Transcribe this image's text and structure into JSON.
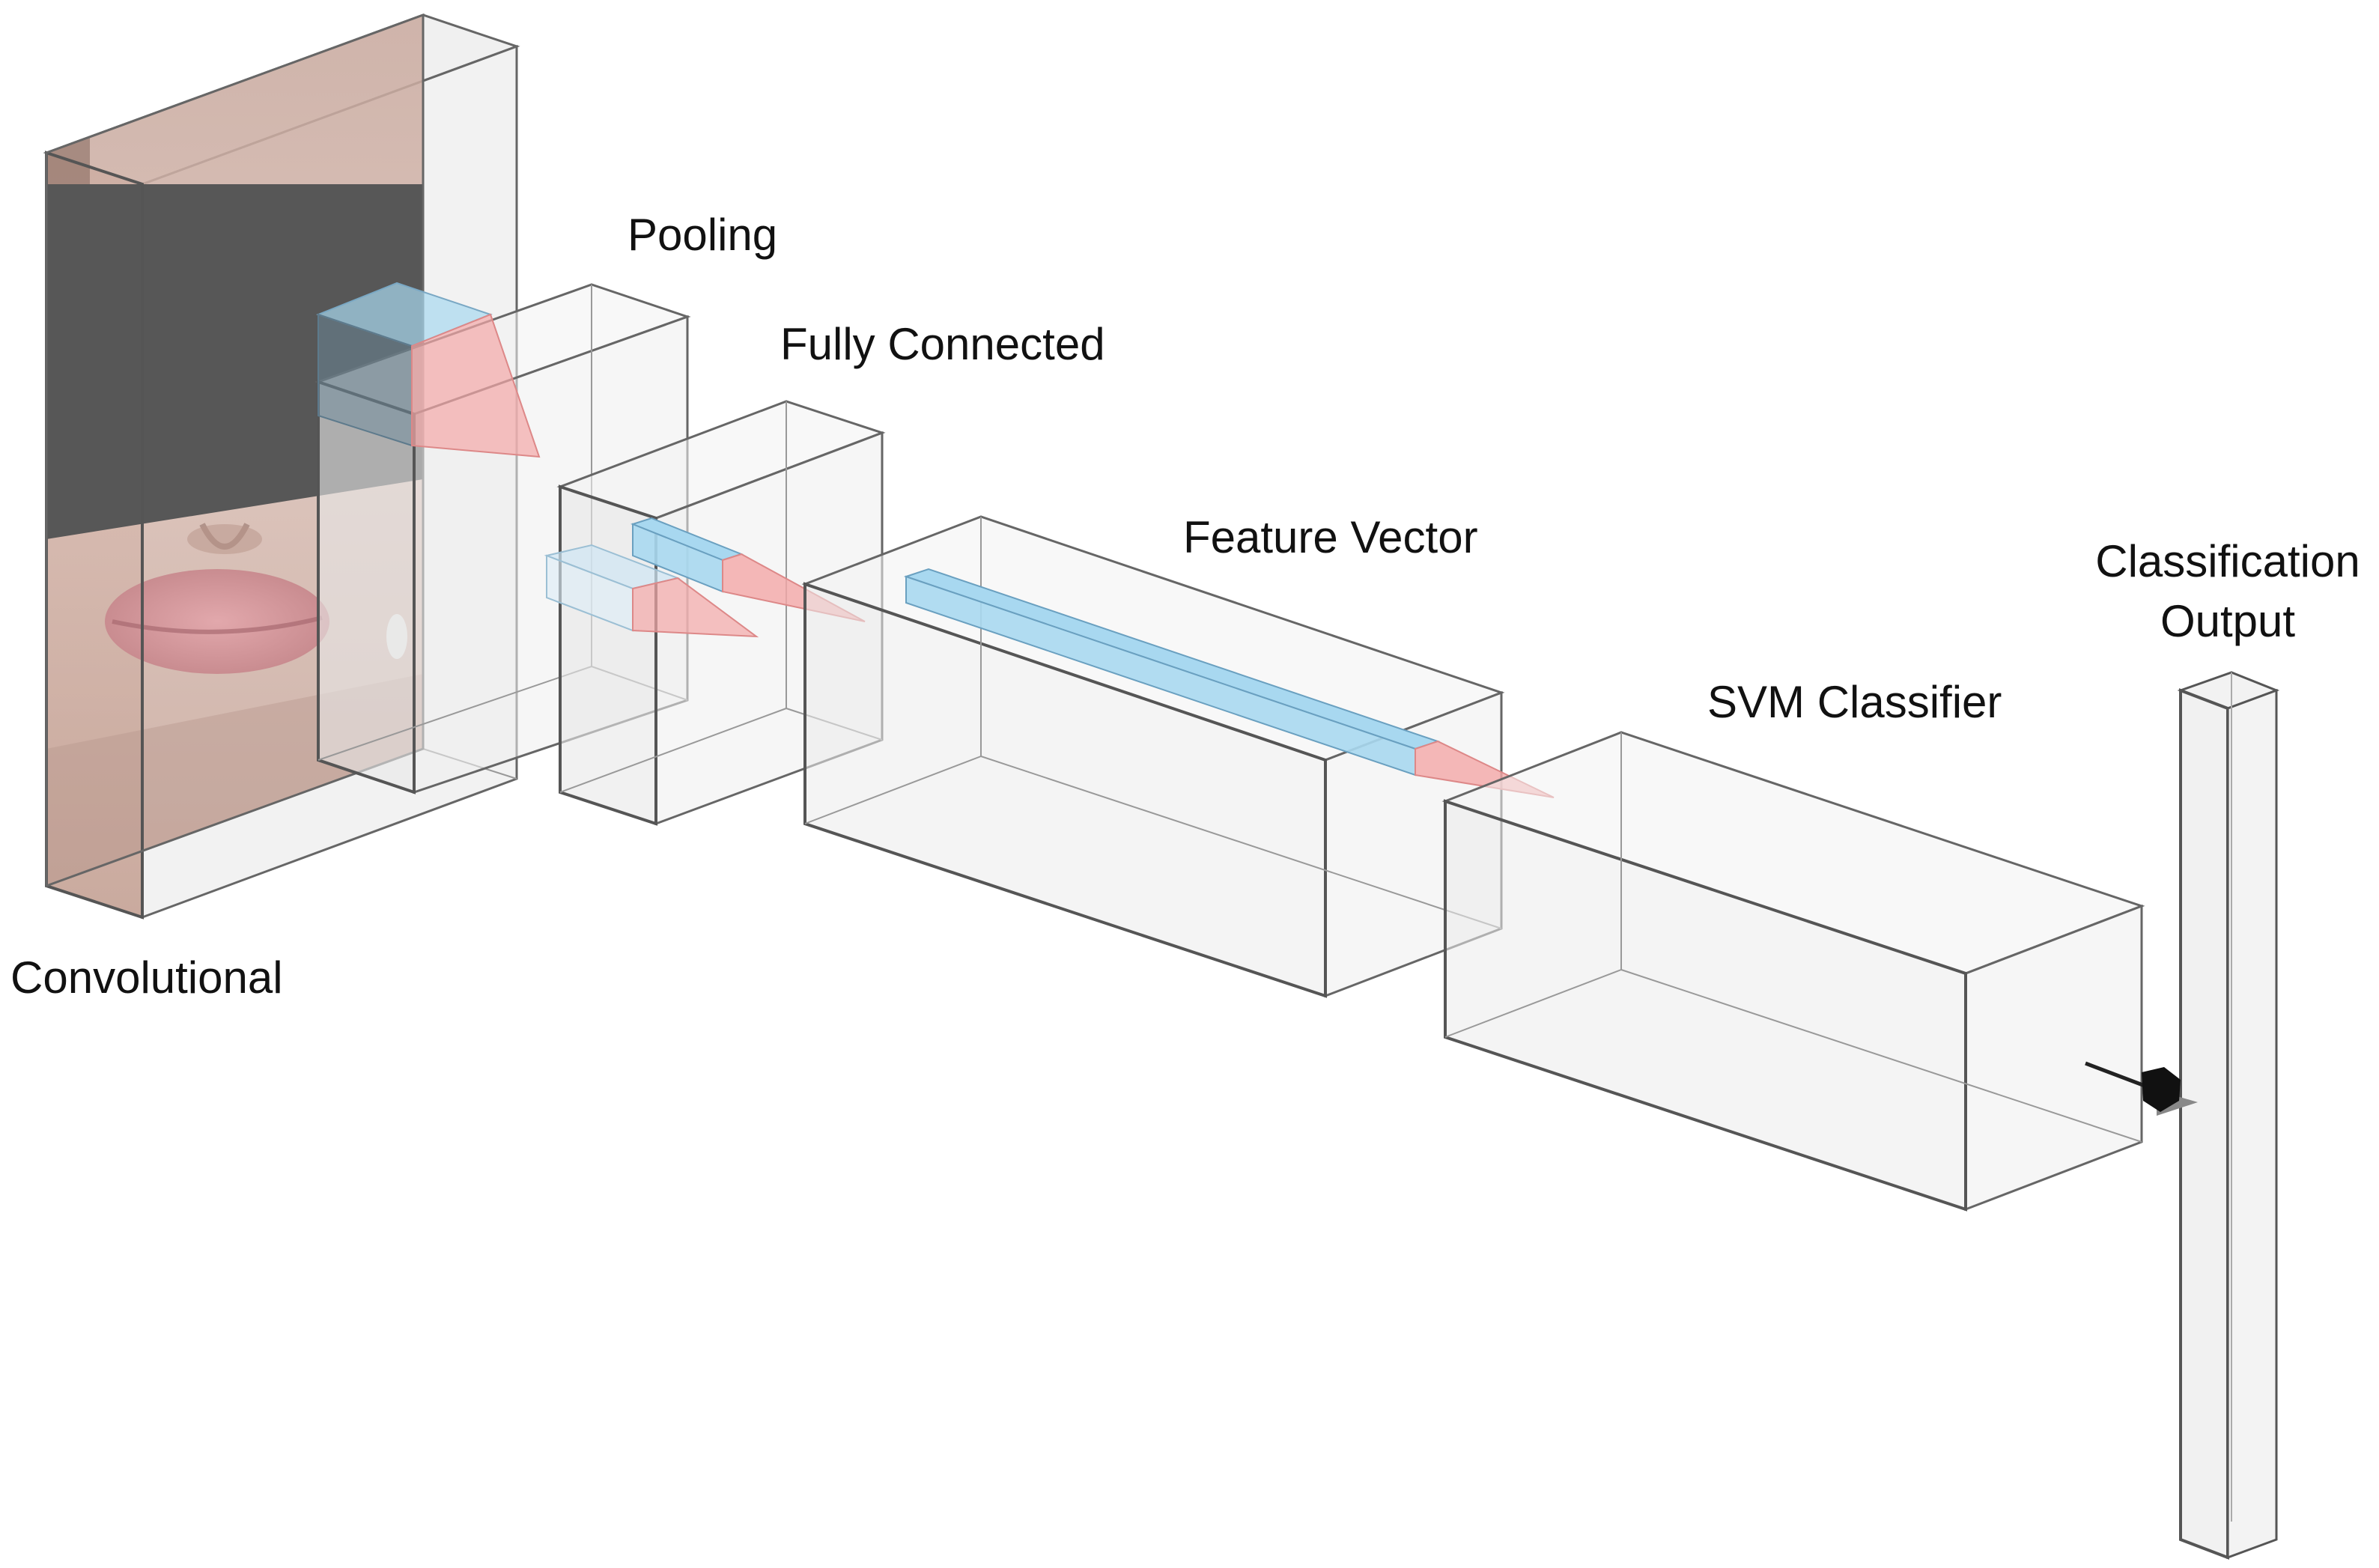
{
  "diagram": {
    "layers": [
      {
        "id": "conv",
        "label": "Convolutional"
      },
      {
        "id": "pool",
        "label": "Pooling"
      },
      {
        "id": "fc",
        "label": "Fully Connected"
      },
      {
        "id": "feat",
        "label": "Feature Vector"
      },
      {
        "id": "svm",
        "label": "SVM Classifier"
      },
      {
        "id": "out",
        "label_line1": "Classification",
        "label_line2": "Output"
      }
    ],
    "input_image": "face-photo-with-dark-bar-over-eyes",
    "colors": {
      "edge": "#555555",
      "box_fill": "#eeeeee",
      "kernel_blue": "#a8d8f0",
      "kernel_pink": "#f4a8a8",
      "eye_bar": "#555555",
      "output_node": "#111111"
    }
  }
}
